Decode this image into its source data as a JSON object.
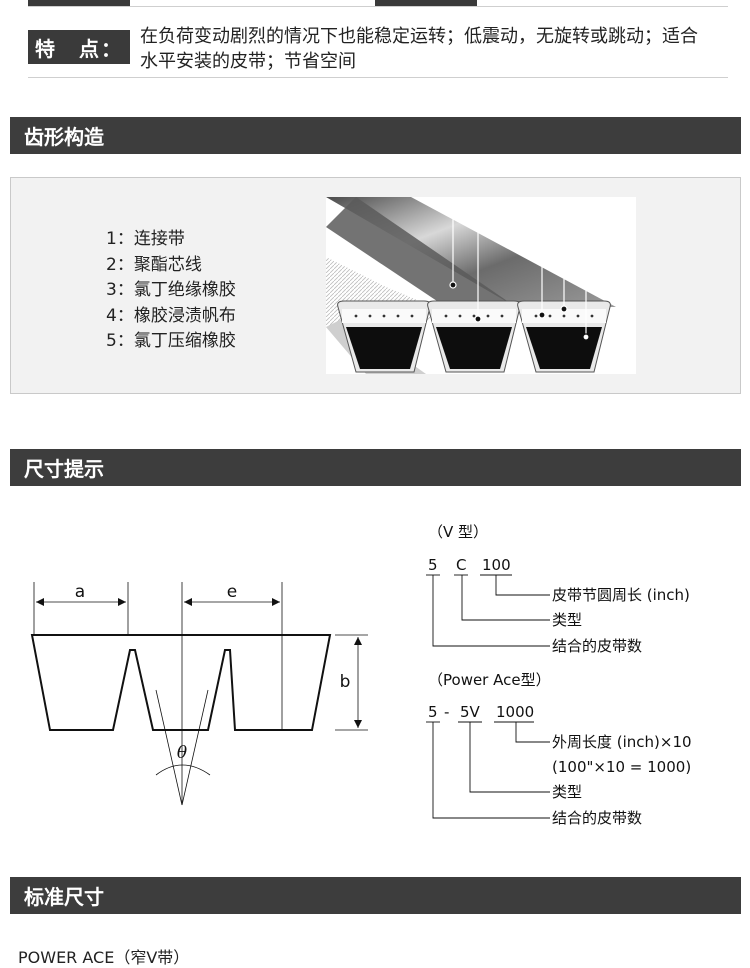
{
  "features": {
    "label": "特　点：",
    "text": "在负荷变动剧烈的情况下也能稳定运转；低震动，无旋转或跳动；适合水平安装的皮带；节省空间"
  },
  "sections": {
    "tooth": "齿形构造",
    "dimensions": "尺寸提示",
    "standard": "标准尺寸"
  },
  "tooth_legend": [
    "1：连接带",
    "2：聚酯芯线",
    "3：氯丁绝缘橡胶",
    "4：橡胶浸渍帆布",
    "5：氯丁压缩橡胶"
  ],
  "dim_labels": {
    "a": "a",
    "e": "e",
    "b": "b",
    "theta": "θ"
  },
  "v_type": {
    "title": "（V 型）",
    "code": [
      "5",
      "C",
      "100"
    ],
    "lines": [
      "皮带节圆周长 (inch)",
      "类型",
      "结合的皮带数"
    ]
  },
  "power_ace": {
    "title": "（Power Ace型）",
    "code": [
      "5",
      "-",
      "5V",
      "1000"
    ],
    "lines": [
      "外周长度 (inch)×10",
      "(100\"×10 = 1000)",
      "类型",
      "结合的皮带数"
    ]
  },
  "bottom_caption": "POWER ACE（窄V带）",
  "colors": {
    "bar": "#3d3d3d",
    "panel": "#f2f2f2"
  }
}
